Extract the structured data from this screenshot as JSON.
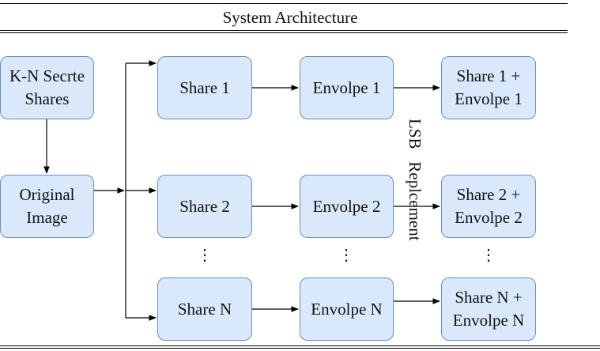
{
  "title": "System Architecture",
  "nodes": {
    "kn_secret_shares": "K-N Secrte\nShares",
    "original_image": "Original\nImage",
    "share_1": "Share 1",
    "share_2": "Share 2",
    "share_n": "Share N",
    "envelope_1": "Envolpe 1",
    "envelope_2": "Envolpe 2",
    "envelope_n": "Envolpe N",
    "result_1": "Share 1 +\nEnvolpe 1",
    "result_2": "Share 2 +\nEnvolpe 2",
    "result_n": "Share N +\nEnvolpe N"
  },
  "edge_label": "LSB   Replcement",
  "ellipsis": "⋮",
  "colors": {
    "node_fill": "#dae8fc",
    "node_stroke": "#6c8ebf",
    "line": "#000000"
  }
}
